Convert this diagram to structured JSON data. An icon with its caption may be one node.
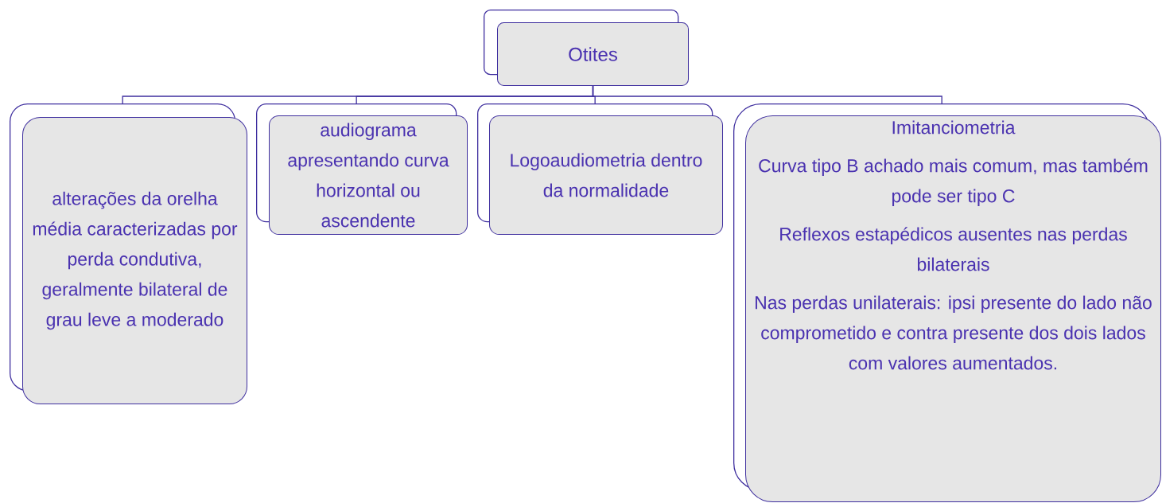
{
  "diagram": {
    "nodes": [
      {
        "text": [
          "Otites"
        ]
      },
      {
        "text": [
          "alterações da orelha média caracterizadas por perda condutiva, geralmente bilateral de grau leve a moderado"
        ]
      },
      {
        "text": [
          "audiograma apresentando curva horizontal ou ascendente"
        ]
      },
      {
        "text": [
          "Logoaudiometria dentro da normalidade"
        ]
      },
      {
        "text": [
          "Imitanciometria",
          "Curva tipo B achado mais comum, mas também pode ser tipo C",
          "Reflexos estapédicos ausentes nas perdas bilaterais",
          "Nas perdas unilaterais: ipsi presente do lado não comprometido e contra presente dos dois lados com valores aumentados."
        ]
      }
    ],
    "edges": [
      {
        "from": 0,
        "to": 1,
        "arrow": "none"
      },
      {
        "from": 0,
        "to": 2,
        "arrow": "none"
      },
      {
        "from": 0,
        "to": 3,
        "arrow": "none"
      },
      {
        "from": 0,
        "to": 4,
        "arrow": "none"
      }
    ]
  }
}
